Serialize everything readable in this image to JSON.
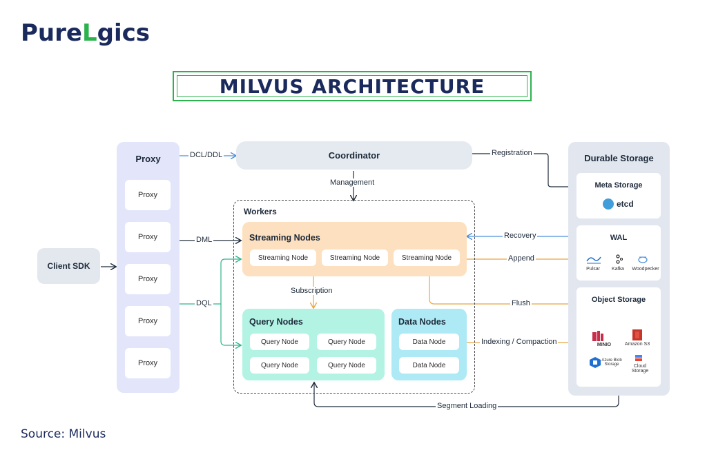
{
  "brand": {
    "name_a": "Pure",
    "name_b": "L",
    "name_c": "gics",
    "accent_color": "#2bb24c",
    "primary_color": "#1b2a5c"
  },
  "title": "MILVUS ARCHITECTURE",
  "client_sdk": "Client SDK",
  "proxy": {
    "heading": "Proxy",
    "items": [
      "Proxy",
      "Proxy",
      "Proxy",
      "Proxy",
      "Proxy"
    ]
  },
  "coordinator": "Coordinator",
  "workers": {
    "heading": "Workers",
    "streaming": {
      "heading": "Streaming Nodes",
      "items": [
        "Streaming Node",
        "Streaming Node",
        "Streaming Node"
      ]
    },
    "query": {
      "heading": "Query Nodes",
      "items": [
        "Query Node",
        "Query Node",
        "Query Node",
        "Query Node"
      ]
    },
    "data": {
      "heading": "Data Nodes",
      "items": [
        "Data Node",
        "Data Node"
      ]
    }
  },
  "storage": {
    "heading": "Durable Storage",
    "meta": {
      "heading": "Meta Storage",
      "logo": "etcd"
    },
    "wal": {
      "heading": "WAL",
      "logos": [
        "Pulsar",
        "Kafka",
        "Woodpecker"
      ]
    },
    "object": {
      "heading": "Object Storage",
      "logos": [
        "MINIO",
        "Amazon S3",
        "Azure Blob Storage",
        "Cloud Storage"
      ]
    }
  },
  "edges": {
    "dcl_ddl": "DCL/DDL",
    "registration": "Registration",
    "management": "Management",
    "dml": "DML",
    "dql": "DQL",
    "recovery": "Recovery",
    "append": "Append",
    "subscription": "Subscription",
    "flush": "Flush",
    "indexing": "Indexing / Compaction",
    "segment_loading": "Segment Loading"
  },
  "source": "Source: Milvus",
  "colors": {
    "proxy": "#e3e6fb",
    "coordinator": "#e5e9f0",
    "streaming": "#fde0bf",
    "query": "#b2f3e3",
    "data": "#aeeaf5",
    "storage": "#e2e7ef",
    "blue_edge": "#4a8fd8",
    "green_edge": "#2fb58a",
    "orange_edge": "#eba33d"
  }
}
